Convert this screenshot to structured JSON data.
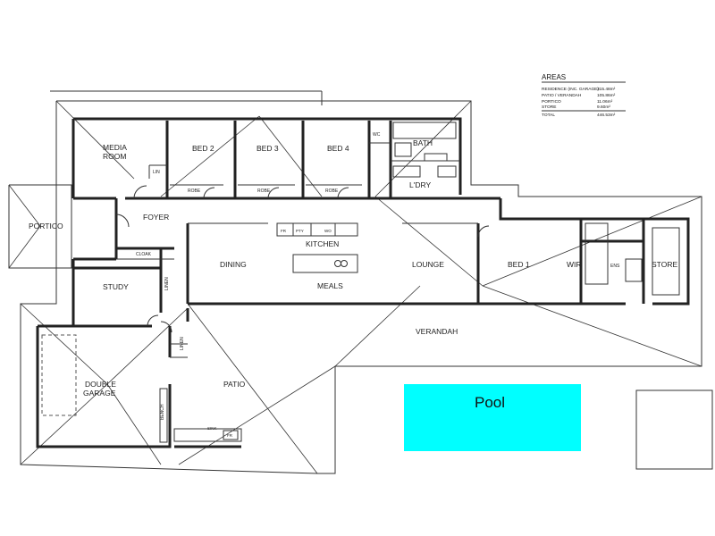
{
  "areas": {
    "title": "AREAS",
    "rows": [
      {
        "name": "RESIDENCE (INC. GARAGE)",
        "value": "315.48m²"
      },
      {
        "name": "PATIO / VERANDAH",
        "value": "105.86m²"
      },
      {
        "name": "PORTICO",
        "value": "11.06m²"
      },
      {
        "name": "STORE",
        "value": "9.60m²"
      }
    ],
    "total_label": "TOTAL",
    "total_value": "446.53m²"
  },
  "rooms": {
    "media_room_1": "MEDIA",
    "media_room_2": "ROOM",
    "lin_top": "LIN",
    "bed2": "BED 2",
    "bed3": "BED 3",
    "bed4": "BED 4",
    "robe2": "ROBE",
    "robe3": "ROBE",
    "robe4": "ROBE",
    "wc": "WC",
    "bath": "BATH",
    "laundry": "L'DRY",
    "portico": "PORTICO",
    "foyer": "FOYER",
    "cloak": "CLOAK",
    "study": "STUDY",
    "linen_study": "LINEN",
    "kitchen": "KITCHEN",
    "fr": "FR",
    "pty": "PTY",
    "wo": "WO",
    "dining": "DINING",
    "meals": "MEALS",
    "lounge": "LOUNGE",
    "bed1": "BED 1",
    "wir": "WIR",
    "ens": "ENS",
    "store": "STORE",
    "verandah": "VERANDAH",
    "double_garage_1": "DOUBLE",
    "double_garage_2": "GARAGE",
    "linen_garage": "LINEN",
    "bench": "BENCH",
    "patio": "PATIO",
    "sink": "SINK",
    "fr_patio": "FR",
    "pool": "Pool"
  },
  "colors": {
    "pool": "#00ffff",
    "walls": "#222222"
  }
}
